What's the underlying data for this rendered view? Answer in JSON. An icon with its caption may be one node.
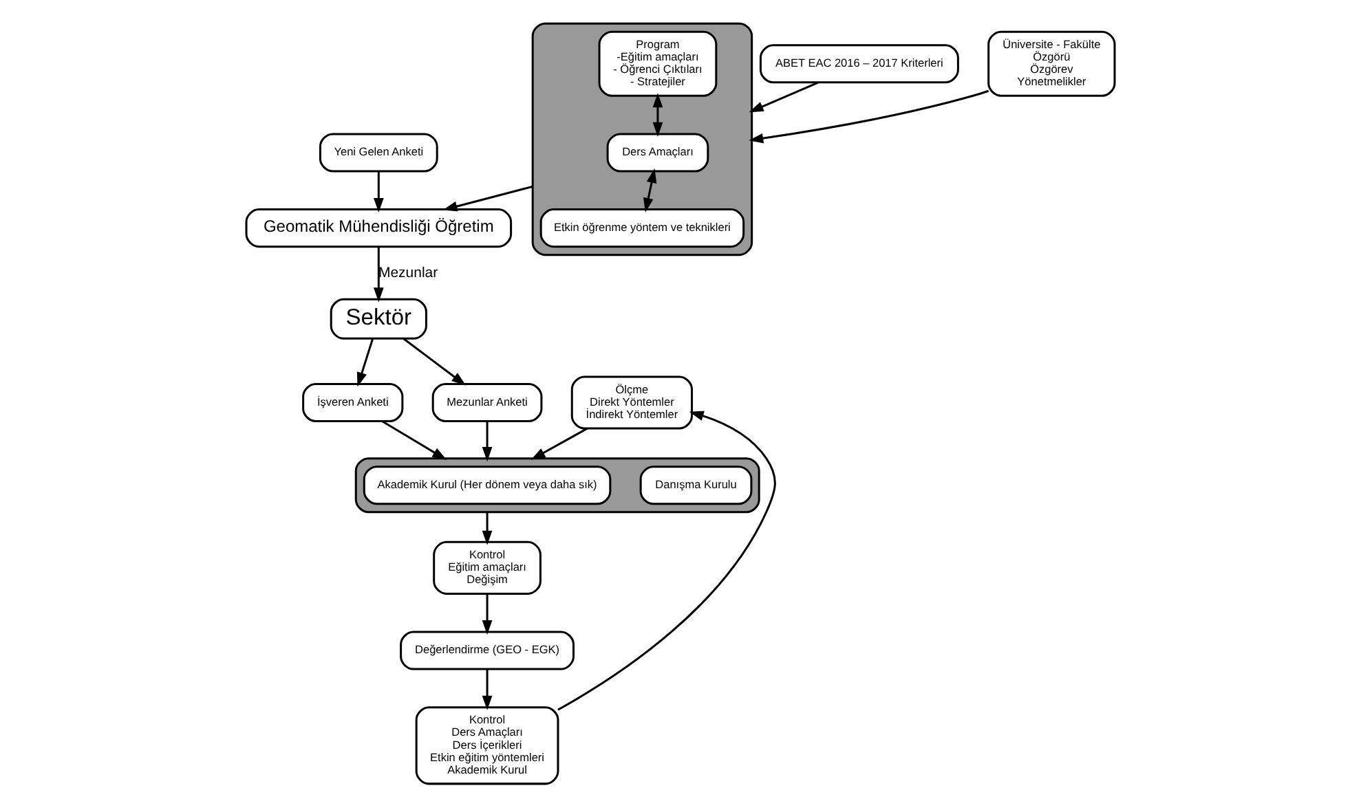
{
  "diagram": {
    "nodes": [
      {
        "text": [
          "Yeni Gelen Anketi"
        ]
      },
      {
        "text": [
          "Geomatik Mühendisliği Öğretim"
        ]
      },
      {
        "text": [
          "Sektör"
        ]
      },
      {
        "text": [],
        "shape": "box"
      },
      {
        "text": [
          "Program",
          "-Eğitim amaçları",
          "- Öğrenci Çıktıları",
          "- Stratejiler"
        ],
        "in": 3
      },
      {
        "text": [
          "Ders Amaçları"
        ],
        "in": 3
      },
      {
        "text": [
          "Etkin öğrenme yöntem ve teknikleri"
        ],
        "in": 3
      },
      {
        "text": [
          "ABET EAC 2016 – 2017 Kriterleri"
        ]
      },
      {
        "text": [
          "Üniversite - Fakülte",
          "Özgörü",
          "Özgörev",
          "Yönetmelikler"
        ]
      },
      {
        "text": [
          "Ölçme",
          "Direkt Yöntemler",
          "İndirekt Yöntemler"
        ]
      },
      {
        "text": [
          "İşveren Anketi"
        ]
      },
      {
        "text": [
          "Mezunlar Anketi"
        ]
      },
      {
        "text": [],
        "shape": "box"
      },
      {
        "text": [
          "Danışma Kurulu"
        ],
        "in": 12
      },
      {
        "text": [
          "Akademik Kurul (Her dönem veya daha sık)"
        ],
        "in": 12
      },
      {
        "text": [
          "Kontrol",
          "Ders Amaçları",
          "Ders İçerikleri",
          "Etkin eğitim yöntemleri",
          "Akademik Kurul"
        ]
      },
      {
        "text": [
          "Değerlendirme (GEO - EGK)"
        ]
      },
      {
        "text": [
          "Kontrol",
          "Eğitim amaçları",
          "Değişim"
        ]
      }
    ],
    "edges": [
      {
        "from": 0,
        "to": 1,
        "arrow": "to"
      },
      {
        "from": 1,
        "to": 2,
        "arrow": "to",
        "label": "Mezunlar"
      },
      {
        "from": 3,
        "to": 1,
        "arrow": "to"
      },
      {
        "from": 15,
        "to": 9,
        "arrow": "to"
      },
      {
        "from": 7,
        "to": 3,
        "arrow": "to"
      },
      {
        "from": 8,
        "to": 3,
        "arrow": "to"
      },
      {
        "from": 4,
        "to": 5,
        "arrow": "both"
      },
      {
        "from": 5,
        "to": 6,
        "arrow": "both"
      },
      {
        "from": 2,
        "to": 10,
        "arrow": "to"
      },
      {
        "from": 2,
        "to": 11,
        "arrow": "to"
      },
      {
        "from": 10,
        "to": 12,
        "arrow": "to"
      },
      {
        "from": 11,
        "to": 12,
        "arrow": "to"
      },
      {
        "from": 9,
        "to": 12,
        "arrow": "to"
      },
      {
        "from": 12,
        "to": 17,
        "arrow": "to"
      },
      {
        "from": 17,
        "to": 16,
        "arrow": "to"
      },
      {
        "from": 16,
        "to": 15,
        "arrow": "to"
      }
    ]
  }
}
